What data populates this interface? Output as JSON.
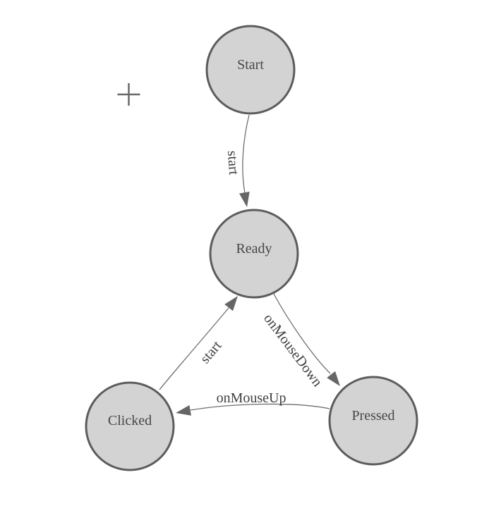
{
  "diagram": {
    "type": "state-machine",
    "nodes": [
      {
        "label": "Start"
      },
      {
        "label": "Ready"
      },
      {
        "label": "Clicked"
      },
      {
        "label": "Pressed"
      }
    ],
    "edges": [
      {
        "from": "Start",
        "to": "Ready",
        "label": "start"
      },
      {
        "from": "Ready",
        "to": "Pressed",
        "label": "onMouseDown"
      },
      {
        "from": "Pressed",
        "to": "Clicked",
        "label": "onMouseUp"
      },
      {
        "from": "Clicked",
        "to": "Ready",
        "label": "start"
      }
    ],
    "icons": {
      "origin_marker": "plus-cross"
    },
    "colors": {
      "background": "#ffffff",
      "node_fill": "#d3d3d3",
      "node_stroke": "#5c5c5c",
      "edge_stroke": "#6e6e6e",
      "arrow_fill": "#666666",
      "node_label_text": "#474747",
      "edge_label_text": "#3f3f3f"
    }
  }
}
